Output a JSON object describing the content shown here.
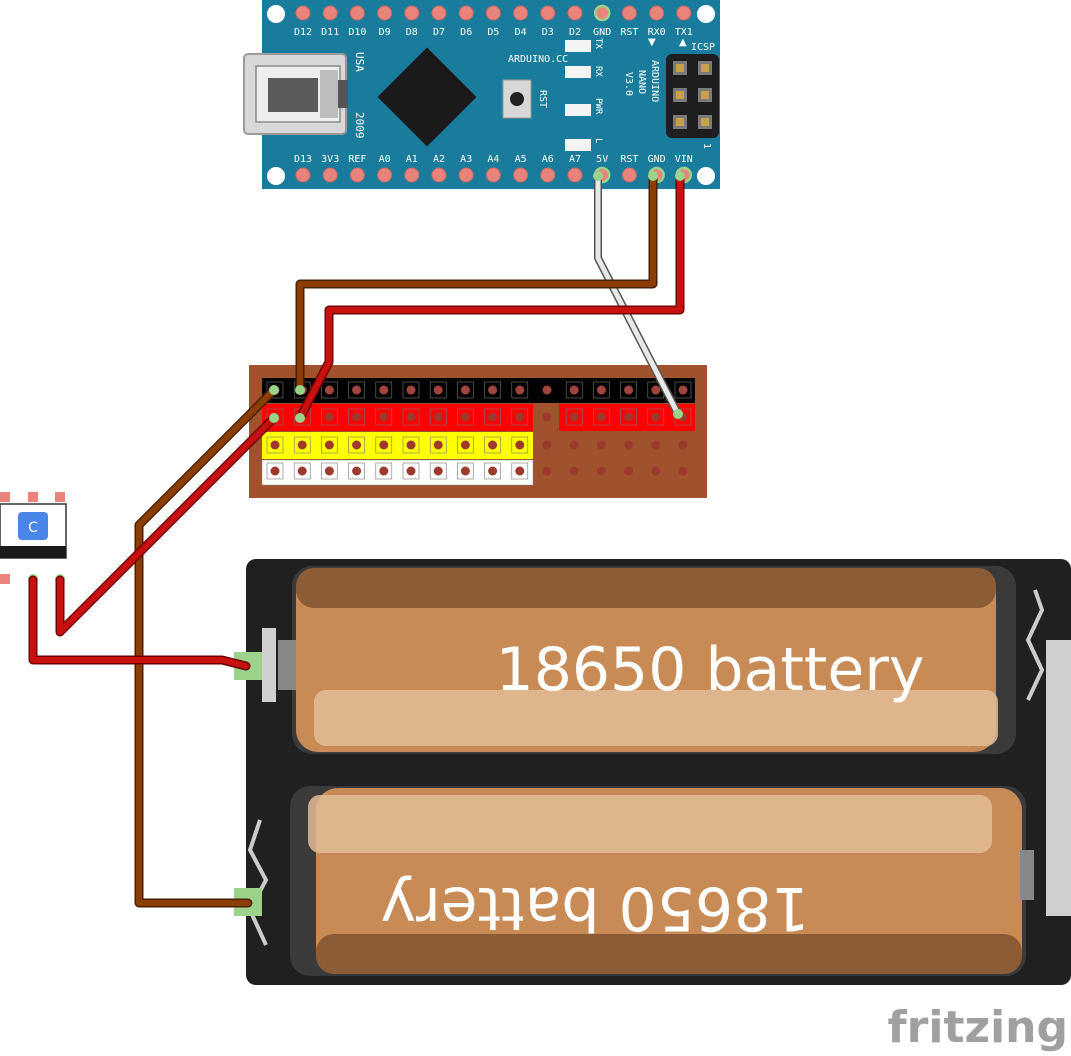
{
  "nano": {
    "top_pins": [
      "D12",
      "D11",
      "D10",
      "D9",
      "D8",
      "D7",
      "D6",
      "D5",
      "D4",
      "D3",
      "D2",
      "GND",
      "RST",
      "RX0",
      "TX1"
    ],
    "bottom_pins": [
      "D13",
      "3V3",
      "REF",
      "A0",
      "A1",
      "A2",
      "A3",
      "A4",
      "A5",
      "A6",
      "A7",
      "5V",
      "RST",
      "GND",
      "VIN"
    ],
    "usa": "USA",
    "year": "2009",
    "site": "ARDUINO.CC",
    "name_lines": [
      "ARDUINO",
      "NANO",
      "V3.0"
    ],
    "icsp": "ICSP",
    "rst_button": "RST",
    "led_tx": "TX",
    "led_rx": "RX",
    "led_pwr": "PWR",
    "led_l": "L",
    "corner_mark": "1"
  },
  "battery_top": {
    "label": "18650 battery"
  },
  "battery_bottom": {
    "label": "18650 battery"
  },
  "watermark": "fritzing",
  "colors": {
    "board": "#1a7c9c",
    "pin": "#e8847c",
    "wire_red": "#c8100f",
    "wire_brown": "#8b3d05",
    "wire_white": "#e8e8e8",
    "perfboard": "#a0522d",
    "cell": "#c98b56",
    "holder": "#202020",
    "switch_blue": "#4a86e8"
  }
}
